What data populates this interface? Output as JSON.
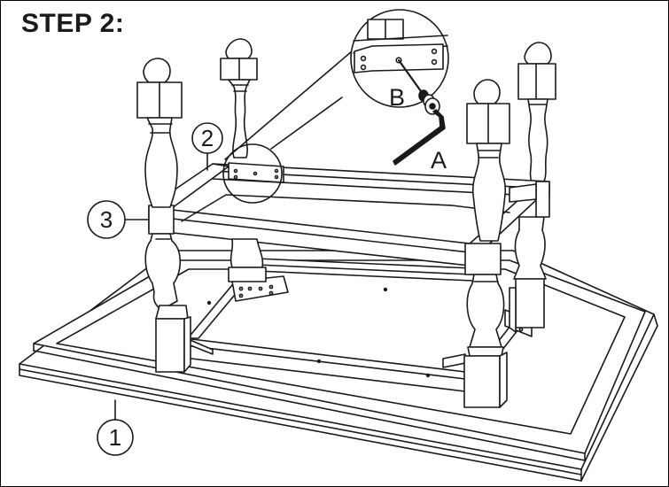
{
  "step_title": "STEP 2:",
  "callouts": {
    "one": "1",
    "two": "2",
    "three": "3"
  },
  "parts": {
    "allen_key": "A",
    "bolt": "B"
  }
}
